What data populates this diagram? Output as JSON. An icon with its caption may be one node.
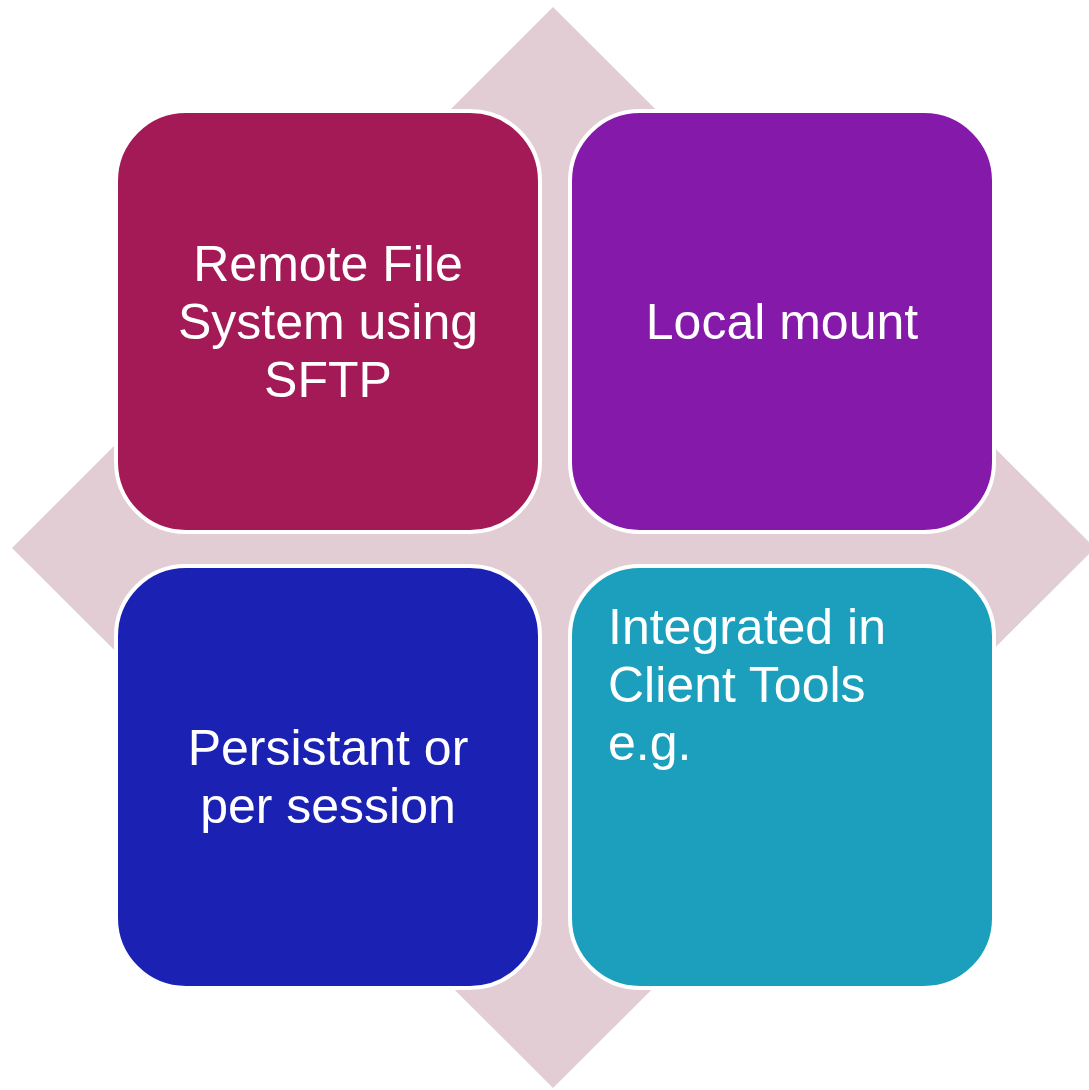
{
  "diagram": {
    "nodes": [
      {
        "text": [
          "Remote File System using SFTP"
        ]
      },
      {
        "text": [
          "Local mount"
        ]
      },
      {
        "text": [
          "Persistant or per session"
        ]
      },
      {
        "text": [
          "Integrated in Client Tools e.g."
        ]
      }
    ]
  }
}
